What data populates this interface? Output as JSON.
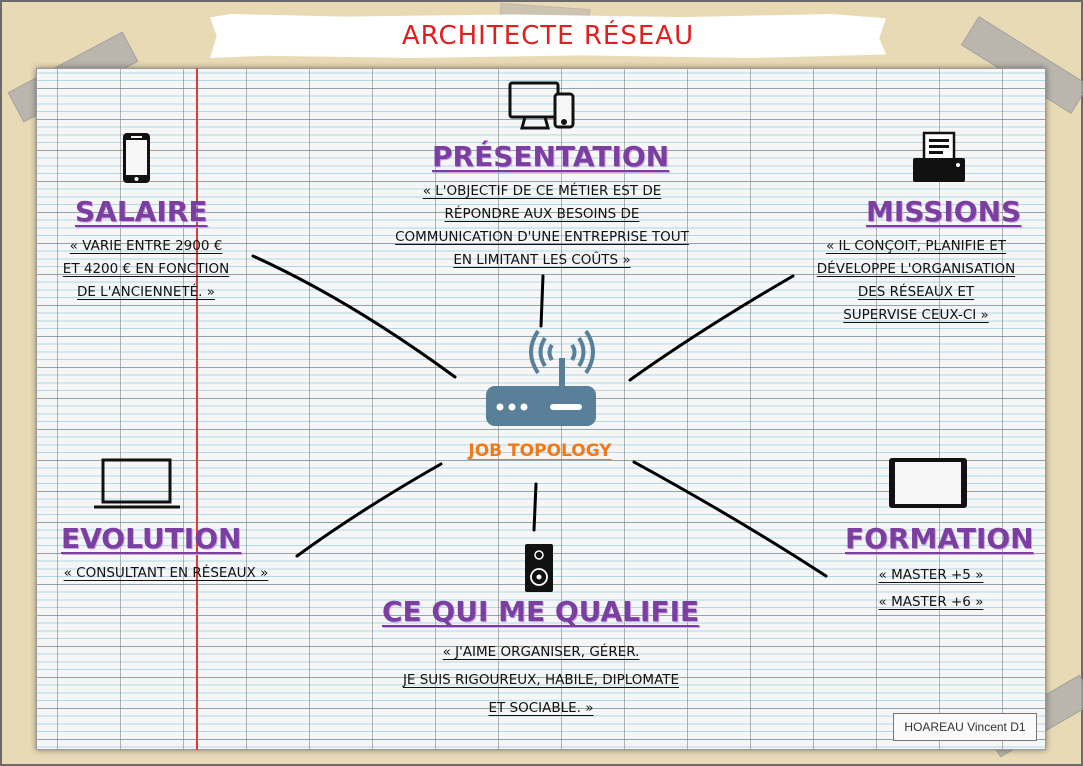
{
  "title": "ARCHITECTE RÉSEAU",
  "center": {
    "label": "JOB TOPOLOGY",
    "icon": "router-icon",
    "color": "#5a7f98"
  },
  "sections": {
    "presentation": {
      "heading": "PRÉSENTATION",
      "icon": "devices-icon",
      "lines": [
        "« L'OBJECTIF DE CE MÉTIER EST DE",
        "RÉPONDRE AUX BESOINS DE",
        "COMMUNICATION D'UNE ENTREPRISE TOUT",
        "EN LIMITANT LES COÛTS »"
      ]
    },
    "salaire": {
      "heading": "SALAIRE",
      "icon": "smartphone-icon",
      "lines": [
        "« VARIE ENTRE 2900 €",
        "ET 4200 € EN FONCTION",
        "DE L'ANCIENNETÉ. »"
      ]
    },
    "missions": {
      "heading": "MISSIONS",
      "icon": "printer-icon",
      "lines": [
        "« IL CONÇOIT, PLANIFIE ET",
        "DÉVELOPPE L'ORGANISATION",
        "DES RÉSEAUX ET",
        "SUPERVISE CEUX-CI »"
      ]
    },
    "evolution": {
      "heading": "EVOLUTION",
      "icon": "laptop-icon",
      "lines": [
        "« CONSULTANT EN RÉSEAUX »"
      ]
    },
    "formation": {
      "heading": "FORMATION",
      "icon": "tablet-icon",
      "lines": [
        "« MASTER +5 »",
        "« MASTER +6 »"
      ]
    },
    "qualifie": {
      "heading": "CE QUI ME QUALIFIE",
      "icon": "speaker-icon",
      "lines": [
        "« J'AIME ORGANISER, GÉRER.",
        "JE SUIS RIGOUREUX, HABILE, DIPLOMATE",
        "ET SOCIABLE. »"
      ]
    }
  },
  "credit": "HOAREAU Vincent D1",
  "colors": {
    "heading": "#7a3fa0",
    "title": "#e02020",
    "center_label": "#f07a1a",
    "margin_line": "#e03a3a",
    "background": "#e9dab6"
  }
}
